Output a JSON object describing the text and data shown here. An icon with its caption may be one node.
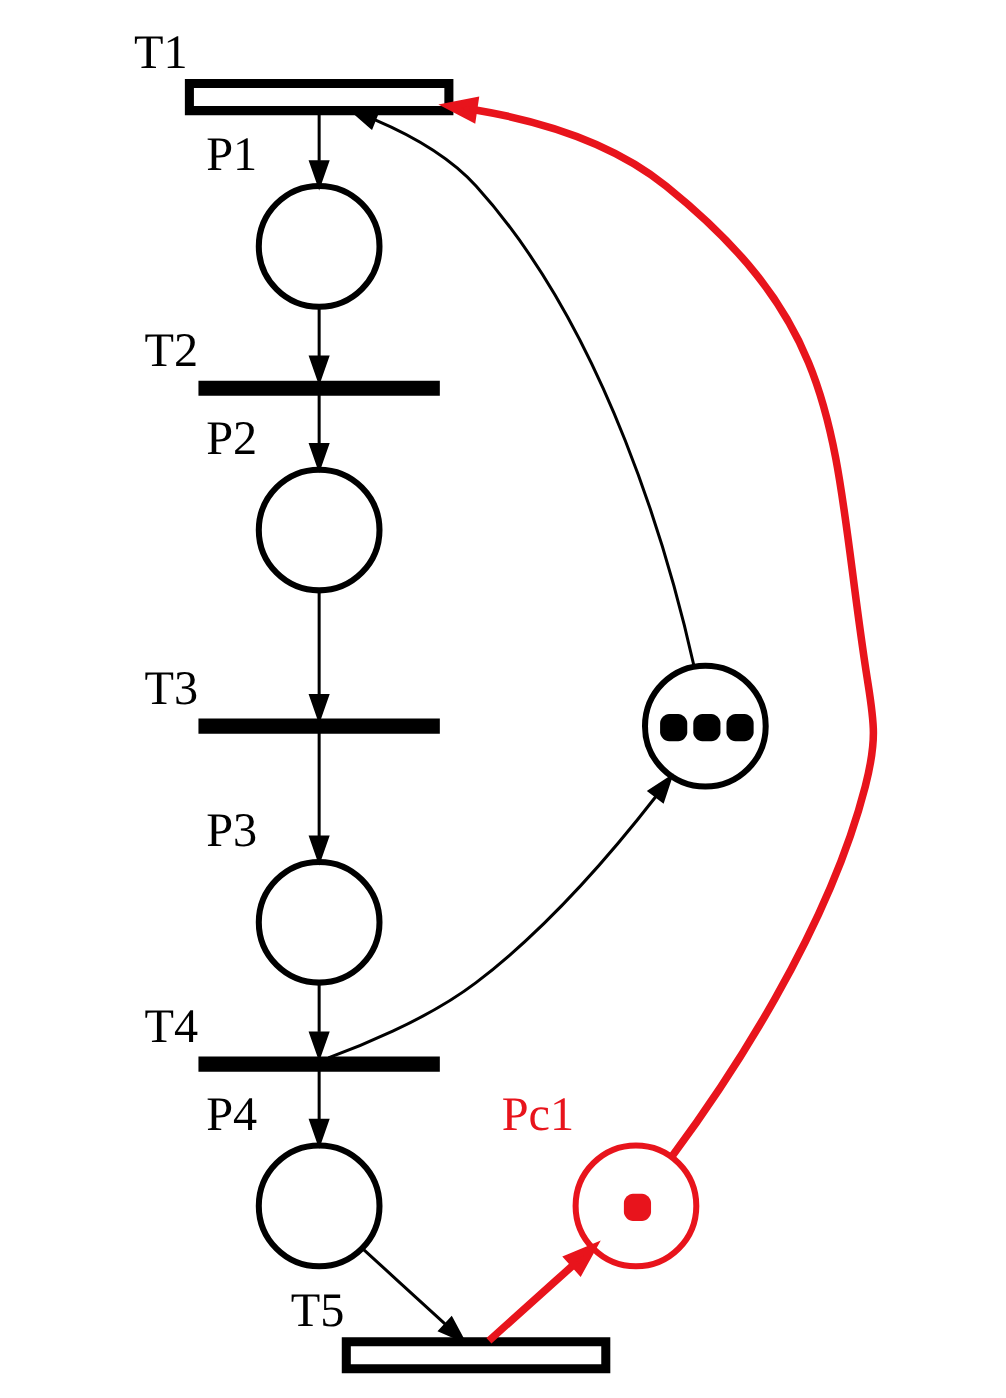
{
  "diagram": {
    "nodes": [
      {
        "text": [],
        "shape": "bar",
        "beside": [
          "T1"
        ]
      },
      {
        "text": [],
        "shape": "circle",
        "beside": [
          "P1"
        ]
      },
      {
        "text": [],
        "shape": "bar",
        "beside": [
          "T2"
        ]
      },
      {
        "text": [],
        "shape": "circle",
        "beside": [
          "P2"
        ]
      },
      {
        "text": [],
        "shape": "bar",
        "beside": [
          "T3"
        ]
      },
      {
        "text": [],
        "shape": "circle"
      },
      {
        "text": [],
        "shape": "circle",
        "beside": [
          "P3"
        ]
      },
      {
        "text": [],
        "shape": "bar",
        "beside": [
          "T4"
        ]
      },
      {
        "text": [],
        "shape": "circle",
        "beside": [
          "Pc1"
        ]
      },
      {
        "text": [],
        "shape": "circle",
        "beside": [
          "P4"
        ]
      },
      {
        "text": [],
        "shape": "bar",
        "beside": [
          "T5"
        ]
      }
    ],
    "edges": [
      {
        "from": 0,
        "to": 1,
        "arrow": "to"
      },
      {
        "from": 1,
        "to": 2,
        "arrow": "to"
      },
      {
        "from": 2,
        "to": 3,
        "arrow": "to"
      },
      {
        "from": 3,
        "to": 4,
        "arrow": "to"
      },
      {
        "from": 4,
        "to": 6,
        "arrow": "to"
      },
      {
        "from": 6,
        "to": 7,
        "arrow": "to"
      },
      {
        "from": 7,
        "to": 9,
        "arrow": "to"
      },
      {
        "from": 9,
        "to": 10,
        "arrow": "to"
      },
      {
        "from": 7,
        "to": 5,
        "arrow": "to"
      },
      {
        "from": 5,
        "to": 0,
        "arrow": "to"
      },
      {
        "from": 10,
        "to": 8,
        "arrow": "to",
        "style": "thick",
        "color": "#e8141c"
      },
      {
        "from": 8,
        "to": 0,
        "arrow": "to",
        "style": "thick",
        "color": "#e8141c"
      }
    ]
  }
}
